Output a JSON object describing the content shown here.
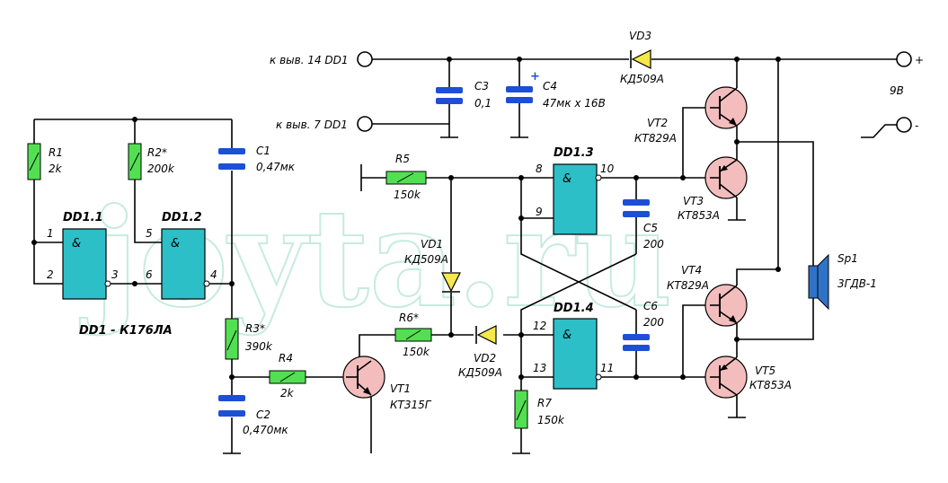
{
  "watermark": "joyta.ru",
  "components": {
    "R1": {
      "name": "R1",
      "value": "2k"
    },
    "R2": {
      "name": "R2*",
      "value": "200k"
    },
    "R3": {
      "name": "R3*",
      "value": "390k"
    },
    "R4": {
      "name": "R4",
      "value": "2k"
    },
    "R5": {
      "name": "R5",
      "value": "150k"
    },
    "R6": {
      "name": "R6*",
      "value": "150k"
    },
    "R7": {
      "name": "R7",
      "value": "150k"
    },
    "C1": {
      "name": "C1",
      "value": "0,47мк"
    },
    "C2": {
      "name": "C2",
      "value": "0,470мк"
    },
    "C3": {
      "name": "C3",
      "value": "0,1"
    },
    "C4": {
      "name": "C4",
      "value": "47мк x 16В",
      "polarity": "+"
    },
    "C5": {
      "name": "C5",
      "value": "200"
    },
    "C6": {
      "name": "C6",
      "value": "200"
    },
    "VD1": {
      "name": "VD1",
      "value": "КД509А"
    },
    "VD2": {
      "name": "VD2",
      "value": "КД509А"
    },
    "VD3": {
      "name": "VD3",
      "value": "КД509А"
    },
    "VT1": {
      "name": "VT1",
      "value": "КТ315Г"
    },
    "VT2": {
      "name": "VT2",
      "value": "КТ829А"
    },
    "VT3": {
      "name": "VT3",
      "value": "КТ853А"
    },
    "VT4": {
      "name": "VT4",
      "value": "КТ829А"
    },
    "VT5": {
      "name": "VT5",
      "value": "КТ853А"
    },
    "Sp1": {
      "name": "Sp1",
      "value": "3ГДВ-1"
    }
  },
  "gates": {
    "DD11": {
      "name": "DD1.1",
      "symbol": "&",
      "pins": [
        "1",
        "2",
        "3"
      ]
    },
    "DD12": {
      "name": "DD1.2",
      "symbol": "&",
      "pins": [
        "5",
        "6",
        "4"
      ]
    },
    "DD13": {
      "name": "DD1.3",
      "symbol": "&",
      "pins": [
        "8",
        "9",
        "10"
      ]
    },
    "DD14": {
      "name": "DD1.4",
      "symbol": "&",
      "pins": [
        "12",
        "13",
        "11"
      ]
    }
  },
  "chip_label": "DD1 - К176ЛА",
  "supply": {
    "pin14_label": "к выв. 14 DD1",
    "pin7_label": "к выв. 7 DD1",
    "voltage": "9В",
    "plus": "+",
    "minus": "-"
  },
  "colors": {
    "resistor": "#52e052",
    "gate": "#2cbfc8",
    "transistor": "#f4bdbd",
    "diode": "#f5e84a",
    "capacitor": "#1d4fd6",
    "speaker": "#2f73c9",
    "watermark": "#c5ebdf"
  }
}
